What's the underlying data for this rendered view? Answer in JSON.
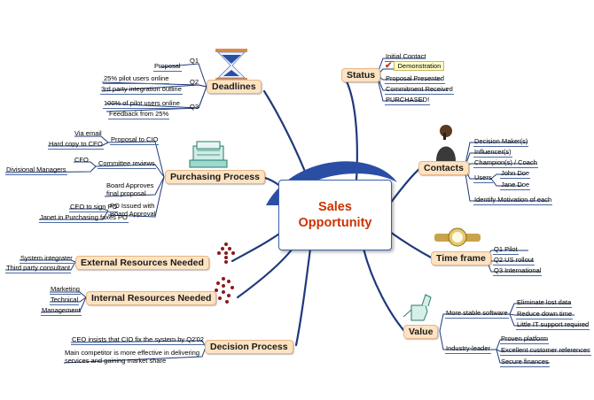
{
  "center": {
    "line1": "Sales",
    "line2": "Opportunity"
  },
  "branches": {
    "deadlines": "Deadlines",
    "purchasing": "Purchasing Process",
    "external": "External Resources Needed",
    "internal": "Internal Resources Needed",
    "decision": "Decision Process",
    "status": "Status",
    "contacts": "Contacts",
    "timeframe": "Time frame",
    "value": "Value"
  },
  "deadlines": {
    "q1": "Q1",
    "q1_item": "Proposal",
    "q2": "Q2",
    "q2_items": [
      "25% pilot users online",
      "3rd party integration outline"
    ],
    "q3": "Q3",
    "q3_items": [
      "100% of pilot users online",
      "Feedback from 25%"
    ]
  },
  "purchasing": {
    "cio": "Proposal to CIO",
    "cio_items": [
      "Via email",
      "Hard copy to CEO"
    ],
    "committee": "Committee reviews",
    "committee_items": [
      "CFO",
      "Divisional Managers"
    ],
    "board_line1": "Board Approves",
    "board_line2": "final proposal",
    "po_line1": "PO Issued with",
    "po_line2": "Board Approval",
    "po_items": [
      "CEO to sign PO",
      "Janet in Purchasing faxes PO"
    ]
  },
  "external": [
    "System integrater",
    "Third party consultant"
  ],
  "internal": [
    "Marketing",
    "Technical",
    "Management"
  ],
  "decision": {
    "item1": "CEO insists that CIO fix the system by Q2'02",
    "item2_line1": "Main competitor is more effective in delivering",
    "item2_line2": "services and gaining market share"
  },
  "status": [
    "Initial Contact",
    "Demonstration",
    "Proposal Presented",
    "Commitment Received",
    "PURCHASED!"
  ],
  "contacts": {
    "items": [
      "Decision Maker(s)",
      "Influencer(s)",
      "Champion(s) / Coach"
    ],
    "users": "Users",
    "user_names": [
      "John Doe",
      "Jane Doe"
    ],
    "identify": "Identify Motivation of each"
  },
  "timeframe": [
    "Q1 Pilot",
    "Q2 US rollout",
    "Q3 International"
  ],
  "value": {
    "stable": "More stable software",
    "stable_items": [
      "Eliminate lost data",
      "Reduce down time",
      "Little IT support required"
    ],
    "industry": "Industry-leader",
    "industry_items": [
      "Proven platform",
      "Excellent customer references",
      "Secure finances"
    ]
  },
  "colors": {
    "branch_fill": "#fde3c2",
    "line": "#1f3a7a",
    "center_text": "#cc3300"
  }
}
